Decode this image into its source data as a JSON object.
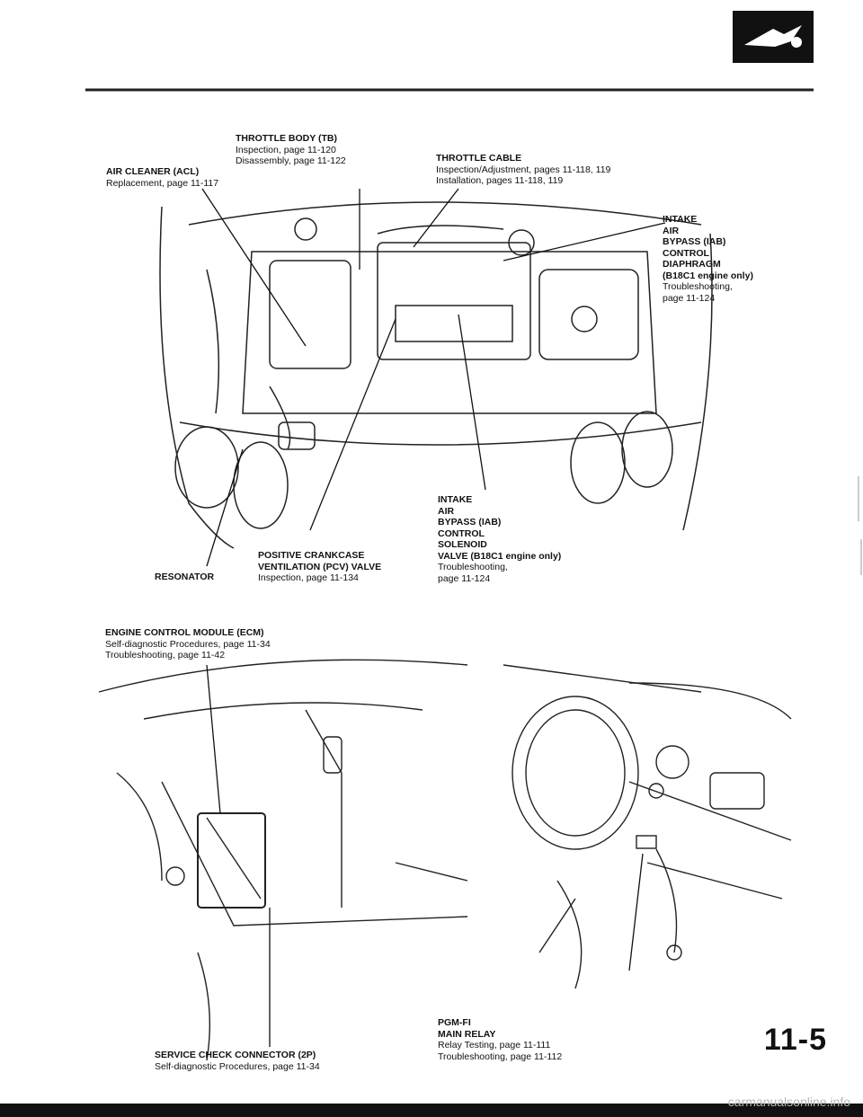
{
  "page_number": "11-5",
  "watermark": "carmanualsonline.info",
  "labels": {
    "throttle_body": {
      "title": "THROTTLE BODY (TB)",
      "l1": "Inspection, page 11-120",
      "l2": "Disassembly, page 11-122"
    },
    "air_cleaner": {
      "title": "AIR CLEANER (ACL)",
      "l1": "Replacement, page 11-117"
    },
    "throttle_cable": {
      "title": "THROTTLE CABLE",
      "l1": "Inspection/Adjustment, pages 11-118, 119",
      "l2": "Installation, pages 11-118, 119"
    },
    "iab_diaphragm": {
      "t1": "INTAKE",
      "t2": "AIR",
      "t3": "BYPASS (IAB)",
      "t4": "CONTROL",
      "t5": "DIAPHRAGM",
      "t6": "(B18C1 engine only)",
      "l1": "Troubleshooting,",
      "l2": "page 11-124"
    },
    "iab_solenoid": {
      "t1": "INTAKE",
      "t2": "AIR",
      "t3": "BYPASS (IAB)",
      "t4": "CONTROL",
      "t5": "SOLENOID",
      "t6": "VALVE (B18C1 engine only)",
      "l1": "Troubleshooting,",
      "l2": "page 11-124"
    },
    "resonator": {
      "title": "RESONATOR"
    },
    "pcv_valve": {
      "t1": "POSITIVE CRANKCASE",
      "t2": "VENTILATION (PCV) VALVE",
      "l1": "Inspection, page 11-134"
    },
    "ecm": {
      "title": "ENGINE CONTROL MODULE (ECM)",
      "l1": "Self-diagnostic Procedures, page 11-34",
      "l2": "Troubleshooting, page 11-42"
    },
    "service_check": {
      "title": "SERVICE CHECK CONNECTOR (2P)",
      "l1": "Self-diagnostic Procedures, page 11-34"
    },
    "pgm_fi": {
      "t1": "PGM-FI",
      "t2": "MAIN RELAY",
      "l1": "Relay Testing, page 11-111",
      "l2": "Troubleshooting, page 11-112"
    }
  }
}
